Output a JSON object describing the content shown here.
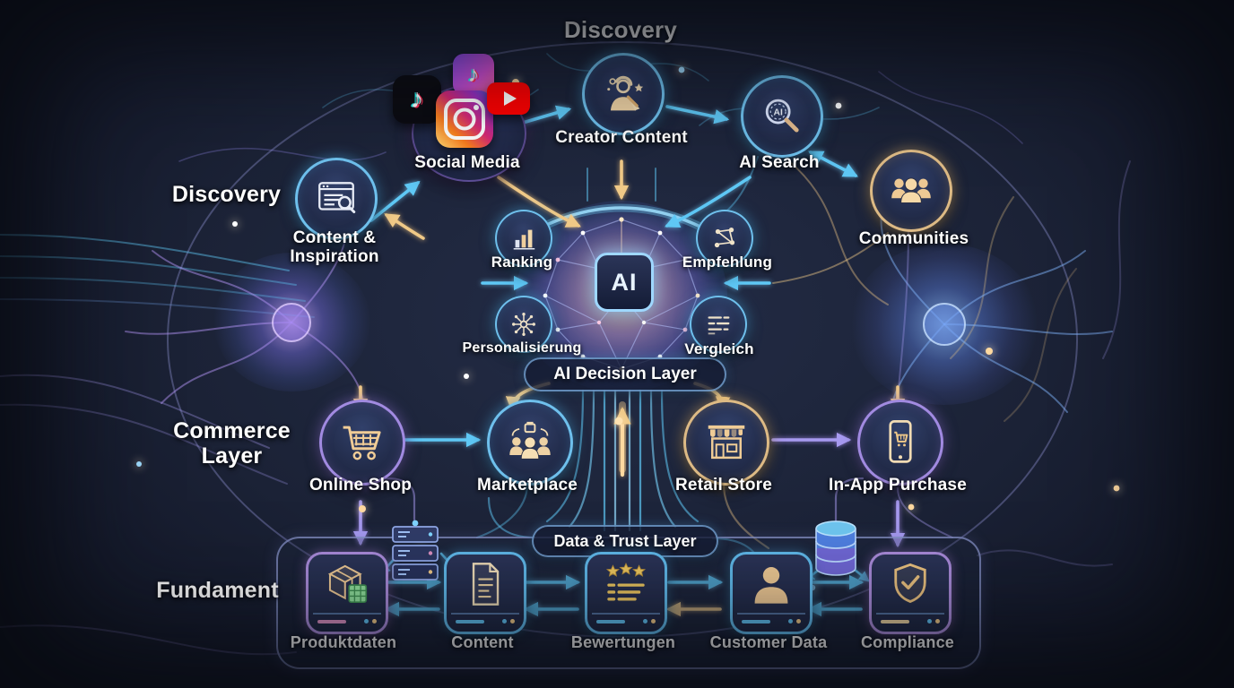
{
  "layers": {
    "top_title": "Discovery",
    "discovery_label": "Discovery",
    "commerce_label": "Commerce Layer",
    "fundament_label": "Fundament",
    "ai_decision_label": "AI Decision Layer",
    "data_trust_label": "Data & Trust Layer"
  },
  "ai_core": {
    "chip_label": "AI",
    "satellites": {
      "ranking": {
        "label": "Ranking",
        "icon": "bar-chart-icon"
      },
      "empfehlung": {
        "label": "Empfehlung",
        "icon": "network-share-icon"
      },
      "personalisierung": {
        "label": "Personalisierung",
        "icon": "hub-spokes-icon"
      },
      "vergleich": {
        "label": "Vergleich",
        "icon": "compare-lines-icon"
      }
    }
  },
  "discovery": {
    "social_media": {
      "label": "Social Media",
      "icons": [
        "tiktok-icon",
        "tiktok-alt-icon",
        "instagram-icon",
        "youtube-icon"
      ]
    },
    "creator_content": {
      "label": "Creator Content",
      "icon": "creator-pencil-icon"
    },
    "ai_search": {
      "label": "AI Search",
      "icon": "ai-magnifier-icon"
    },
    "communities": {
      "label": "Communities",
      "icon": "people-group-icon"
    },
    "content_inspiration": {
      "label": "Content & Inspiration",
      "icon": "browser-search-icon"
    }
  },
  "commerce": {
    "online_shop": {
      "label": "Online Shop",
      "icon": "shopping-cart-icon"
    },
    "marketplace": {
      "label": "Marketplace",
      "icon": "people-box-icon"
    },
    "retail_store": {
      "label": "Retail Store",
      "icon": "storefront-icon"
    },
    "in_app_purchase": {
      "label": "In-App Purchase",
      "icon": "phone-cart-icon"
    }
  },
  "foundation": {
    "produktdaten": {
      "label": "Produktdaten",
      "icon": "package-data-icon"
    },
    "content": {
      "label": "Content",
      "icon": "document-icon"
    },
    "bewertungen": {
      "label": "Bewertungen",
      "icon": "stars-review-icon"
    },
    "customer_data": {
      "label": "Customer Data",
      "icon": "person-icon"
    },
    "compliance": {
      "label": "Compliance",
      "icon": "shield-check-icon"
    },
    "extra_icons": [
      "server-icon",
      "database-icon"
    ]
  },
  "colors": {
    "background": "#1b2236",
    "cyan": "#5fc8f5",
    "gold": "#f0c987",
    "purple": "#a79af0",
    "green": "#7ddc8f",
    "youtube_red": "#ff0000",
    "text": "#ffffff"
  }
}
